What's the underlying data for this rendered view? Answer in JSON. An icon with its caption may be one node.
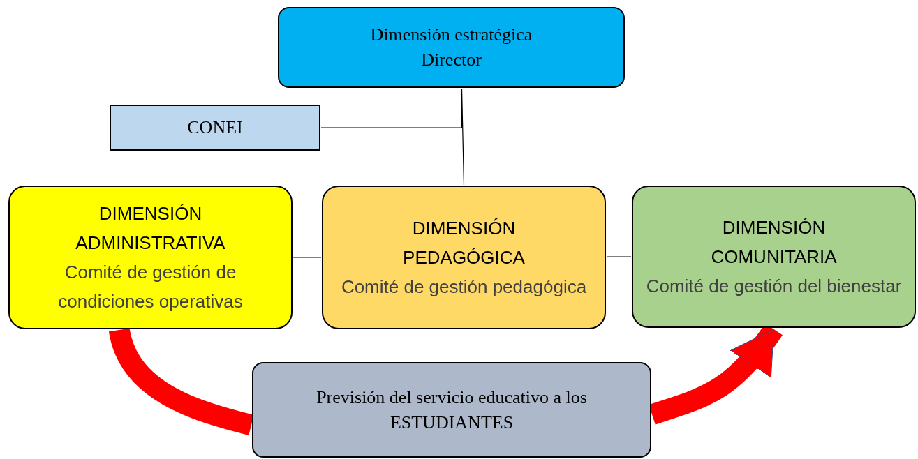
{
  "diagram": {
    "nodes": [
      {
        "text": [
          "Dimensión estratégica",
          "Director"
        ]
      },
      {
        "text": [
          "CONEI"
        ]
      },
      {
        "text": [
          "DIMENSIÓN ADMINISTRATIVA",
          "Comité de gestión de condiciones operativas"
        ]
      },
      {
        "text": [
          "DIMENSIÓN PEDAGÓGICA",
          "Comité de gestión pedagógica"
        ]
      },
      {
        "text": [
          "DIMENSIÓN COMUNITARIA",
          "Comité de gestión del bienestar"
        ]
      },
      {
        "text": [
          "Previsión del servicio educativo a los ESTUDIANTES"
        ]
      }
    ],
    "edges": [
      {
        "from": 0,
        "to": 3,
        "arrow": "none"
      },
      {
        "from": 1,
        "to": 0,
        "arrow": "none"
      },
      {
        "from": 2,
        "to": 3,
        "arrow": "none"
      },
      {
        "from": 3,
        "to": 4,
        "arrow": "none"
      },
      {
        "from": 2,
        "to": 5,
        "arrow": "none",
        "style": "thick",
        "color": "#ff0000"
      },
      {
        "from": 5,
        "to": 4,
        "arrow": "to",
        "style": "thick",
        "color": "#ff0000"
      }
    ]
  }
}
